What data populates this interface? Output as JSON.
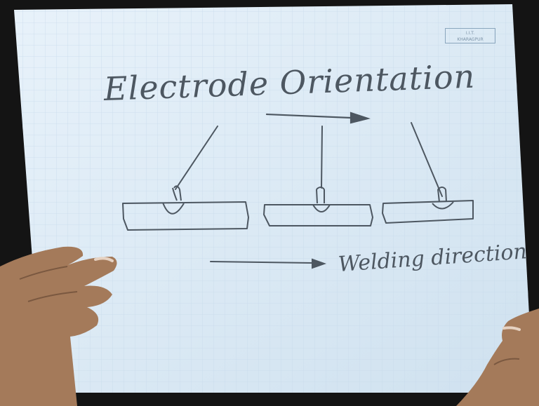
{
  "sheet": {
    "title": "Electrode Orientation",
    "direction_label": "Welding direction",
    "stamp_line_1": "I.I.T.",
    "stamp_line_2": "KHARAGPUR"
  },
  "colors": {
    "paper": "#dcebf6",
    "grid": "#c6d9ea",
    "ink": "#4d5761",
    "skin": "#a47a5a",
    "background": "#141414"
  },
  "icons": {
    "left_hand": "hand",
    "right_hand": "hand"
  }
}
